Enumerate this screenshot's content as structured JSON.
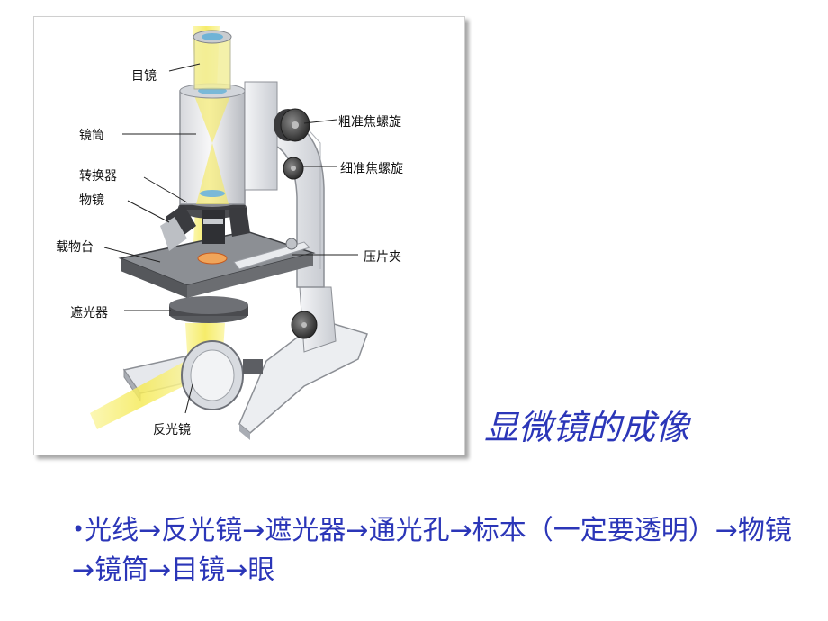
{
  "title": "显微镜的成像",
  "light_path_text": "光线→反光镜→遮光器→通光孔→标本（一定要透明）→物镜→镜筒→目镜→眼",
  "labels": {
    "eyepiece": "目镜",
    "tube": "镜筒",
    "nosepiece": "转换器",
    "objective": "物镜",
    "stage": "载物台",
    "diaphragm": "遮光器",
    "mirror": "反光镜",
    "coarse_focus": "粗准焦螺旋",
    "fine_focus": "细准焦螺旋",
    "stage_clip": "压片夹"
  },
  "colors": {
    "text_blue": "#2b36b8",
    "light_beam": "#f5ee7a",
    "metal_light": "#e4e6ea",
    "metal_dark": "#4a4a4a"
  }
}
